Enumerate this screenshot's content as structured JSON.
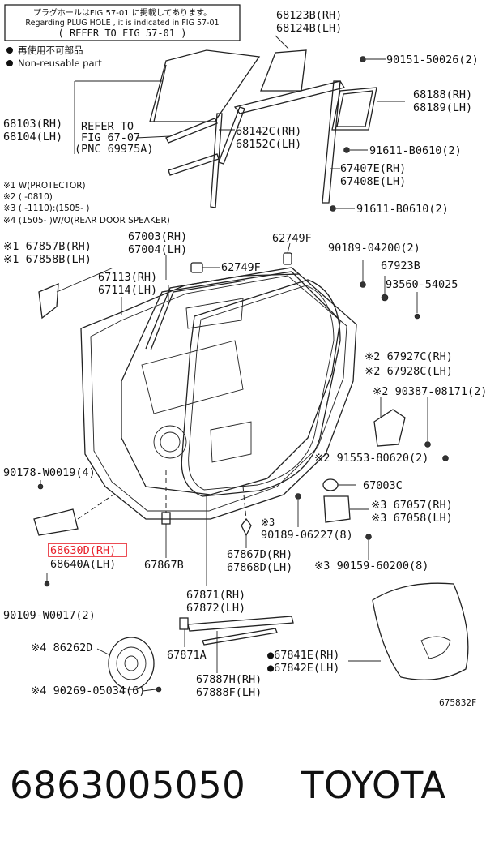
{
  "header": {
    "line1": "プラグホールはFIG 57-01 に掲載してあります。",
    "line2": "Regarding PLUG HOLE , it is indicated in FIG 57-01",
    "line3": "( REFER TO FIG 57-01 )"
  },
  "legend": {
    "reusable": "再使用不可部品",
    "nonreusable": "Non-reusable part"
  },
  "notes": [
    "※1 W(PROTECTOR)",
    "※2 (      -0810)",
    "※3 (      -1110):(1505-      )",
    "※4 (1505-      )W/O(REAR DOOR SPEAKER)"
  ],
  "refer": {
    "line1": "REFER TO",
    "line2": "FIG 67-07",
    "line3": "(PNC 69975A)"
  },
  "labels": {
    "p68103": "68103(RH)",
    "p68104": "68104(LH)",
    "p68123": "68123B(RH)",
    "p68124": "68124B(LH)",
    "p90151": "90151-50026(2)",
    "p68188": "68188(RH)",
    "p68189": "68189(LH)",
    "p68142": "68142C(RH)",
    "p68152": "68152C(LH)",
    "p91611a": "91611-B0610(2)",
    "p67407": "67407E(RH)",
    "p67408": "67408E(LH)",
    "p91611b": "91611-B0610(2)",
    "p67857": "※1 67857B(RH)",
    "p67858": "※1 67858B(LH)",
    "p67003": "67003(RH)",
    "p67004": "67004(LH)",
    "p62749a": "62749F",
    "p90189a": "90189-04200(2)",
    "p67113": "67113(RH)",
    "p67114": "67114(LH)",
    "p62749b": "62749F",
    "p67923": "67923B",
    "p93560": "93560-54025",
    "p67927": "※2 67927C(RH)",
    "p67928": "※2 67928C(LH)",
    "p90387": "※2 90387-08171(2)",
    "p91553": "※2 91553-80620(2)",
    "p90178": "90178-W0019(4)",
    "p67003c": "67003C",
    "p67057": "※3 67057(RH)",
    "p67058": "※3 67058(LH)",
    "p90189b1": "※3",
    "p90189b2": "90189-06227(8)",
    "p68630": "68630D(RH)",
    "p68640": "68640A(LH)",
    "p67867b": "67867B",
    "p67867d": "67867D(RH)",
    "p67868d": "67868D(LH)",
    "p90159": "※3 90159-60200(8)",
    "p90109": "90109-W0017(2)",
    "p67871": "67871(RH)",
    "p67872": "67872(LH)",
    "p86262": "※4 86262D",
    "p67871a": "67871A",
    "p67841": "●67841E(RH)",
    "p67842": "●67842E(LH)",
    "p90269": "※4 90269-05034(6)",
    "p67887": "67887H(RH)",
    "p67888": "67888F(LH)",
    "figcode": "675832F"
  },
  "highlight": {
    "color": "#e8202a"
  },
  "footer": {
    "part_number": "6863005050",
    "brand": "TOYOTA"
  }
}
